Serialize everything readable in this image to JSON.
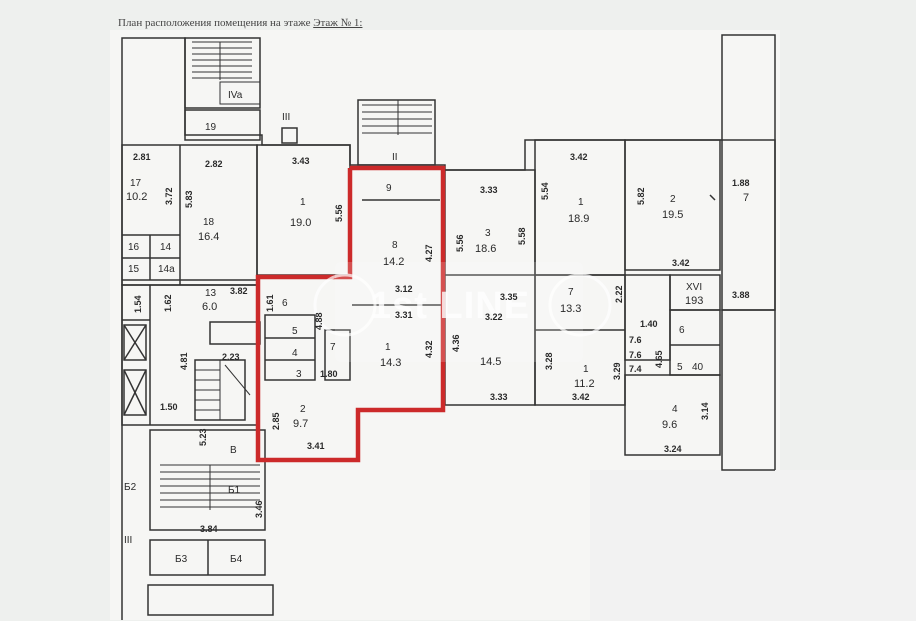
{
  "caption": {
    "text": "План расположения помещения на этаже",
    "floor": "Этаж № 1:"
  },
  "watermark": "1st LINE",
  "colors": {
    "highlight": "#cc2a2a",
    "wall": "#333333",
    "paper": "#f6f6f4"
  },
  "rooms": [
    {
      "num": "19",
      "area": ""
    },
    {
      "num": "17",
      "area": "10.2"
    },
    {
      "num": "18",
      "area": "16.4"
    },
    {
      "num": "16",
      "area": ""
    },
    {
      "num": "14",
      "area": ""
    },
    {
      "num": "15",
      "area": ""
    },
    {
      "num": "14a",
      "area": ""
    },
    {
      "num": "13",
      "area": "6.0"
    },
    {
      "num": "1",
      "area": "19.0"
    },
    {
      "num": "9",
      "area": ""
    },
    {
      "num": "8",
      "area": "14.2"
    },
    {
      "num": "1",
      "area": "14.3"
    },
    {
      "num": "6",
      "area": ""
    },
    {
      "num": "5",
      "area": ""
    },
    {
      "num": "4",
      "area": ""
    },
    {
      "num": "3",
      "area": ""
    },
    {
      "num": "7",
      "area": ""
    },
    {
      "num": "2",
      "area": "9.7"
    },
    {
      "num": "3",
      "area": "18.6"
    },
    {
      "num": "",
      "area": "14.5"
    },
    {
      "num": "1",
      "area": "18.9"
    },
    {
      "num": "2",
      "area": "19.5"
    },
    {
      "num": "7",
      "area": "13.3"
    },
    {
      "num": "1",
      "area": "11.2"
    },
    {
      "num": "XVI",
      "area": "193"
    },
    {
      "num": "4",
      "area": "9.6"
    },
    {
      "num": "6",
      "area": ""
    },
    {
      "num": "5",
      "area": "40"
    },
    {
      "num": "1.88",
      "area": "7"
    }
  ],
  "labels": [
    "IVa",
    "III",
    "II",
    "В",
    "Б1",
    "Б3",
    "Б4",
    "III",
    "Б2"
  ],
  "dimensions": [
    "2.81",
    "2.82",
    "3.43",
    "3.72",
    "5.83",
    "5.56",
    "3.33",
    "5.56",
    "5.58",
    "3.42",
    "5.54",
    "5.82",
    "3.42",
    "1.54",
    "1.62",
    "3.82",
    "1.61",
    "4.88",
    "4.81",
    "2.23",
    "1.50",
    "5.23",
    "1.80",
    "2.85",
    "3.41",
    "3.12",
    "3.31",
    "4.27",
    "4.36",
    "4.32",
    "3.35",
    "3.22",
    "3.33",
    "3.28",
    "3.29",
    "3.42",
    "2.22",
    "1.40",
    "4.65",
    "3.88",
    "3.14",
    "3.24",
    "3.84",
    "3.46",
    "7.6",
    "7.6",
    "7.4"
  ]
}
